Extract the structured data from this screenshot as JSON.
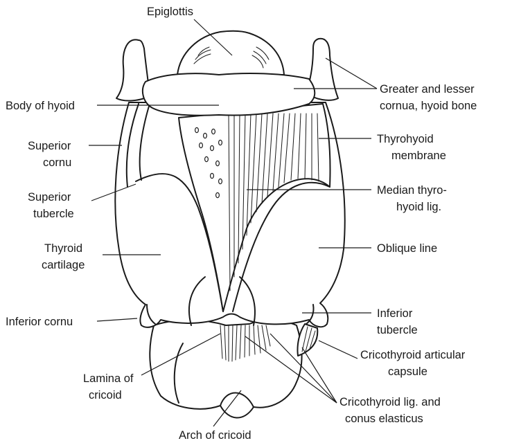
{
  "labels": {
    "epiglottis": "Epiglottis",
    "greater_lesser_1": "Greater and lesser",
    "greater_lesser_2": "cornua, hyoid bone",
    "body_of_hyoid": "Body of hyoid",
    "superior_cornu_1": "Superior",
    "superior_cornu_2": "cornu",
    "thyrohyoid_membrane_1": "Thyrohyoid",
    "thyrohyoid_membrane_2": "membrane",
    "superior_tubercle_1": "Superior",
    "superior_tubercle_2": "tubercle",
    "median_lig_1": "Median thyro-",
    "median_lig_2": "hyoid lig.",
    "thyroid_cartilage_1": "Thyroid",
    "thyroid_cartilage_2": "cartilage",
    "oblique_line": "Oblique line",
    "inferior_cornu": "Inferior cornu",
    "inferior_tubercle_1": "Inferior",
    "inferior_tubercle_2": "tubercle",
    "cricothyroid_capsule_1": "Cricothyroid articular",
    "cricothyroid_capsule_2": "capsule",
    "lamina_1": "Lamina of",
    "lamina_2": "cricoid",
    "cricothyroid_lig_1": "Cricothyroid lig. and",
    "cricothyroid_lig_2": "conus elasticus",
    "arch_of_cricoid": "Arch of cricoid"
  },
  "colors": {
    "ink": "#1a1a1a",
    "background": "#ffffff"
  }
}
